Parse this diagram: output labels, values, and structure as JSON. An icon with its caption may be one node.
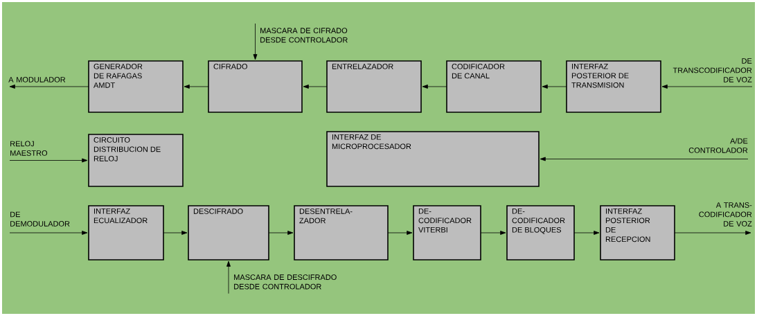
{
  "diagram": {
    "nodes": [
      {
        "text": [
          "GENERADOR DE RAFAGAS AMDT"
        ]
      },
      {
        "text": [
          "CIFRADO"
        ]
      },
      {
        "text": [
          "ENTRELAZADOR"
        ]
      },
      {
        "text": [
          "CODIFICADOR DE CANAL"
        ]
      },
      {
        "text": [
          "INTERFAZ POSTERIOR DE TRANSMISION"
        ]
      },
      {
        "text": [
          "CIRCUITO DISTRIBUCION DE RELOJ"
        ]
      },
      {
        "text": [
          "INTERFAZ DE MICROPROCESADOR"
        ]
      },
      {
        "text": [
          "INTERFAZ ECUALIZADOR"
        ]
      },
      {
        "text": [
          "DESCIFRADO"
        ]
      },
      {
        "text": [
          "DESENTRELA- ZADOR"
        ]
      },
      {
        "text": [
          "DE- CODIFICADOR VITERBI"
        ]
      },
      {
        "text": [
          "DE- CODIFICADOR DE BLOQUES"
        ]
      },
      {
        "text": [
          "INTERFAZ POSTERIOR DE RECEPCION"
        ]
      },
      {
        "text": [
          "A MODULADOR"
        ]
      },
      {
        "text": [
          "MASCARA DE CIFRADO DESDE CONTROLADOR"
        ]
      },
      {
        "text": [
          "DE TRANSCODIFICADOR DE VOZ"
        ]
      },
      {
        "text": [
          "RELOJ MAESTRO"
        ]
      },
      {
        "text": [
          "A/DE CONTROLADOR"
        ]
      },
      {
        "text": [
          "DE DEMODULADOR"
        ]
      },
      {
        "text": [
          "MASCARA DE DESCIFRADO DESDE CONTROLADOR"
        ]
      },
      {
        "text": [
          "A TRANS- CODIFICADOR DE VOZ"
        ]
      }
    ],
    "edges": [
      {
        "from": 15,
        "to": 4,
        "arrow": "to"
      },
      {
        "from": 4,
        "to": 3,
        "arrow": "to"
      },
      {
        "from": 3,
        "to": 2,
        "arrow": "to"
      },
      {
        "from": 2,
        "to": 1,
        "arrow": "to"
      },
      {
        "from": 1,
        "to": 0,
        "arrow": "to"
      },
      {
        "from": 0,
        "to": 13,
        "arrow": "to"
      },
      {
        "from": 14,
        "to": 1,
        "arrow": "to"
      },
      {
        "from": 16,
        "to": 5,
        "arrow": "to"
      },
      {
        "from": 17,
        "to": 6,
        "arrow": "to"
      },
      {
        "from": 18,
        "to": 7,
        "arrow": "to"
      },
      {
        "from": 7,
        "to": 8,
        "arrow": "to"
      },
      {
        "from": 8,
        "to": 9,
        "arrow": "to"
      },
      {
        "from": 9,
        "to": 10,
        "arrow": "to"
      },
      {
        "from": 10,
        "to": 11,
        "arrow": "to"
      },
      {
        "from": 11,
        "to": 12,
        "arrow": "to"
      },
      {
        "from": 12,
        "to": 20,
        "arrow": "to"
      },
      {
        "from": 19,
        "to": 8,
        "arrow": "to"
      }
    ]
  }
}
